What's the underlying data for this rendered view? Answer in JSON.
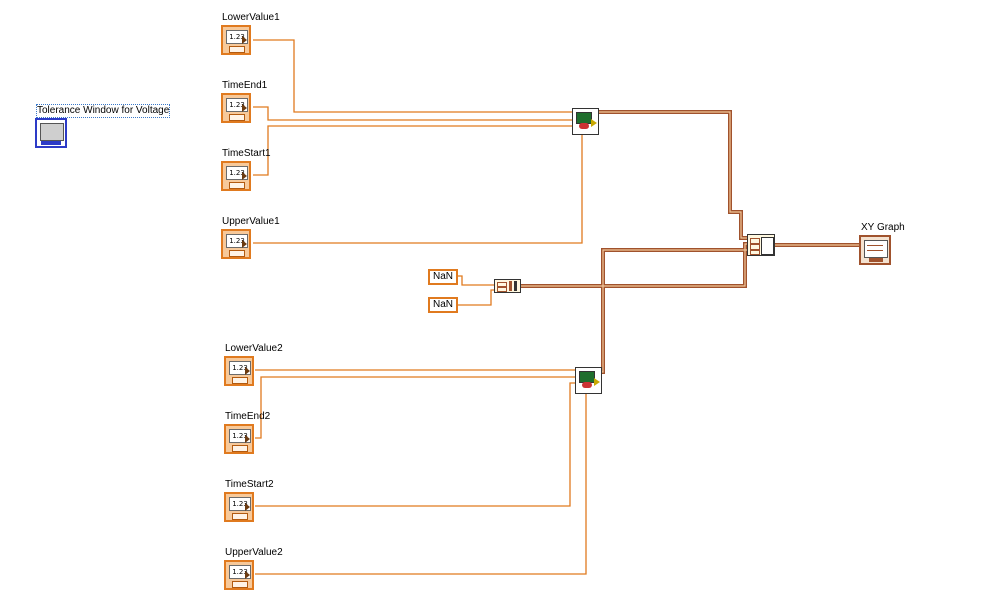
{
  "diagram": {
    "title_label": "Tolerance Window for Voltage",
    "controls": [
      {
        "label": "LowerValue1",
        "glyph": "1.23"
      },
      {
        "label": "TimeEnd1",
        "glyph": "1.23"
      },
      {
        "label": "TimeStart1",
        "glyph": "1.23"
      },
      {
        "label": "UpperValue1",
        "glyph": "1.23"
      },
      {
        "label": "LowerValue2",
        "glyph": "1.23"
      },
      {
        "label": "TimeEnd2",
        "glyph": "1.23"
      },
      {
        "label": "TimeStart2",
        "glyph": "1.23"
      },
      {
        "label": "UpperValue2",
        "glyph": "1.23"
      }
    ],
    "constants": [
      "NaN",
      "NaN"
    ],
    "graph_label": "XY Graph",
    "colors": {
      "wire_orange": "#e07a1f",
      "wire_cluster": "#a0522d",
      "control_fill": "#f7c99a",
      "subvi_blue": "#2d3bc7"
    },
    "icons": [
      "numeric-control-icon",
      "tolerance-window-icon",
      "subvi-icon",
      "bundle-icon",
      "build-array-icon",
      "xy-graph-icon"
    ]
  }
}
